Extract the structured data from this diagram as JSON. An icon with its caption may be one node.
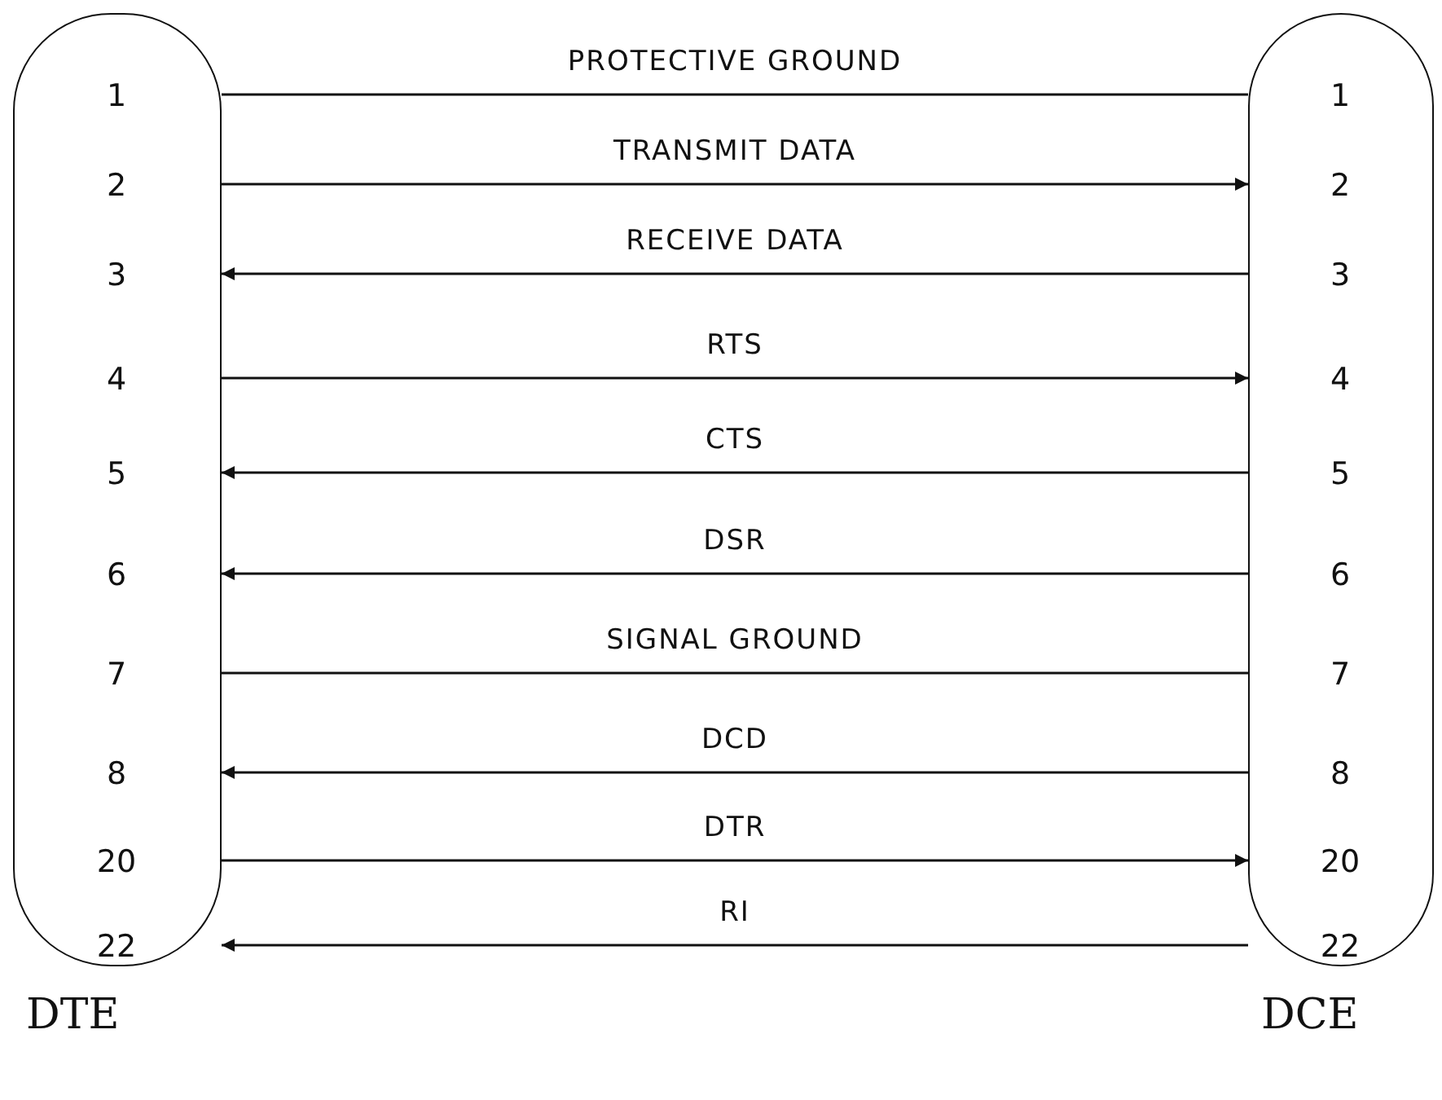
{
  "diagram": {
    "nodes": [
      {
        "text": [],
        "shape": "box",
        "beside": [
          "DTE"
        ]
      },
      {
        "text": [
          "1"
        ],
        "in": 0
      },
      {
        "text": [
          "2"
        ],
        "in": 0
      },
      {
        "text": [
          "3"
        ],
        "in": 0
      },
      {
        "text": [
          "4"
        ],
        "in": 0
      },
      {
        "text": [
          "5"
        ],
        "in": 0
      },
      {
        "text": [
          "6"
        ],
        "in": 0
      },
      {
        "text": [
          "7"
        ],
        "in": 0
      },
      {
        "text": [
          "8"
        ],
        "in": 0
      },
      {
        "text": [
          "20"
        ],
        "in": 0
      },
      {
        "text": [
          "22"
        ],
        "in": 0
      },
      {
        "text": [],
        "shape": "box",
        "beside": [
          "DCE"
        ]
      },
      {
        "text": [
          "1"
        ],
        "in": 11
      },
      {
        "text": [
          "2"
        ],
        "in": 11
      },
      {
        "text": [
          "3"
        ],
        "in": 11
      },
      {
        "text": [
          "4"
        ],
        "in": 11
      },
      {
        "text": [
          "5"
        ],
        "in": 11
      },
      {
        "text": [
          "6"
        ],
        "in": 11
      },
      {
        "text": [
          "7"
        ],
        "in": 11
      },
      {
        "text": [
          "8"
        ],
        "in": 11
      },
      {
        "text": [
          "20"
        ],
        "in": 11
      },
      {
        "text": [
          "22"
        ],
        "in": 11
      }
    ],
    "edges": [
      {
        "from": 1,
        "to": 12,
        "arrow": "none",
        "label": "PROTECTIVE GROUND"
      },
      {
        "from": 2,
        "to": 13,
        "arrow": "to",
        "label": "TRANSMIT DATA"
      },
      {
        "from": 14,
        "to": 3,
        "arrow": "to",
        "label": "RECEIVE DATA"
      },
      {
        "from": 4,
        "to": 15,
        "arrow": "to",
        "label": "RTS"
      },
      {
        "from": 16,
        "to": 5,
        "arrow": "to",
        "label": "CTS"
      },
      {
        "from": 17,
        "to": 6,
        "arrow": "to",
        "label": "DSR"
      },
      {
        "from": 7,
        "to": 18,
        "arrow": "none",
        "label": "SIGNAL GROUND"
      },
      {
        "from": 19,
        "to": 8,
        "arrow": "to",
        "label": "DCD"
      },
      {
        "from": 9,
        "to": 20,
        "arrow": "to",
        "label": "DTR"
      },
      {
        "from": 21,
        "to": 10,
        "arrow": "to",
        "label": "RI"
      }
    ]
  }
}
